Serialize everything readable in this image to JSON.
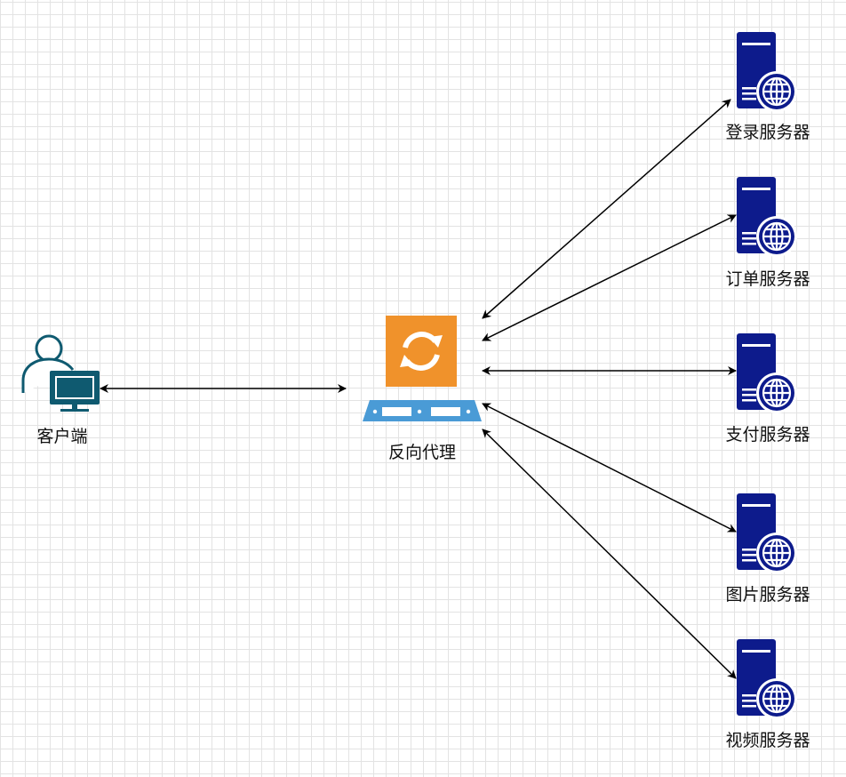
{
  "client": {
    "label": "客户端",
    "icon": "user-with-monitor-icon"
  },
  "proxy": {
    "label": "反向代理",
    "icon": "reverse-proxy-icon"
  },
  "servers": [
    {
      "label": "登录服务器",
      "icon": "web-server-icon"
    },
    {
      "label": "订单服务器",
      "icon": "web-server-icon"
    },
    {
      "label": "支付服务器",
      "icon": "web-server-icon"
    },
    {
      "label": "图片服务器",
      "icon": "web-server-icon"
    },
    {
      "label": "视频服务器",
      "icon": "web-server-icon"
    }
  ],
  "colors": {
    "server": "#0d1b8c",
    "proxy_orange": "#f0922b",
    "proxy_blue": "#4a9bd6",
    "client_teal": "#0f5a70",
    "arrow": "#000000"
  }
}
